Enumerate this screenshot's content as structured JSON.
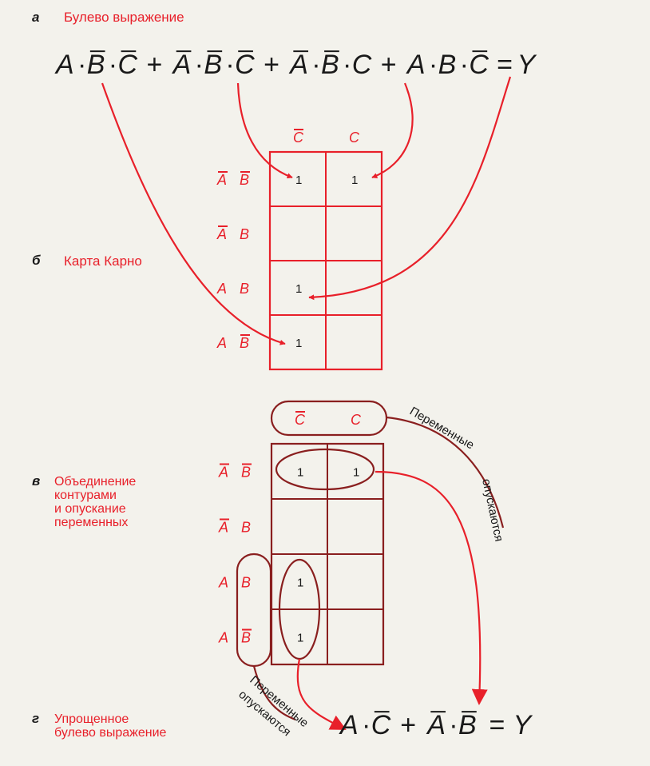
{
  "colors": {
    "red": "#e8202a",
    "dark_red": "#c0141c",
    "maroon": "#8a1f1f",
    "ink": "#1a1a1a",
    "background": "#f3f2ec"
  },
  "section_a": {
    "marker": "а",
    "title": "Булево выражение",
    "expression": {
      "terms": [
        [
          {
            "v": "A",
            "bar": false
          },
          {
            "v": "B",
            "bar": true
          },
          {
            "v": "C",
            "bar": true
          }
        ],
        [
          {
            "v": "A",
            "bar": true
          },
          {
            "v": "B",
            "bar": true
          },
          {
            "v": "C",
            "bar": true
          }
        ],
        [
          {
            "v": "A",
            "bar": true
          },
          {
            "v": "B",
            "bar": true
          },
          {
            "v": "C",
            "bar": false
          }
        ],
        [
          {
            "v": "A",
            "bar": false
          },
          {
            "v": "B",
            "bar": false
          },
          {
            "v": "C",
            "bar": true
          }
        ]
      ],
      "plus": "+",
      "dot": "·",
      "equals": "=",
      "result": "Y"
    }
  },
  "section_b": {
    "marker": "б",
    "title": "Карта Карно",
    "col_headers": [
      {
        "v": "C",
        "bar": true
      },
      {
        "v": "C",
        "bar": false
      }
    ],
    "row_headers": [
      [
        {
          "v": "A",
          "bar": true
        },
        {
          "v": "B",
          "bar": true
        }
      ],
      [
        {
          "v": "A",
          "bar": true
        },
        {
          "v": "B",
          "bar": false
        }
      ],
      [
        {
          "v": "A",
          "bar": false
        },
        {
          "v": "B",
          "bar": false
        }
      ],
      [
        {
          "v": "A",
          "bar": false
        },
        {
          "v": "B",
          "bar": true
        }
      ]
    ],
    "cells": [
      [
        "1",
        "1"
      ],
      [
        "",
        ""
      ],
      [
        "1",
        ""
      ],
      [
        "1",
        ""
      ]
    ]
  },
  "section_c": {
    "marker": "в",
    "title_lines": [
      "Объединение",
      "контурами",
      "и опускание",
      "переменных"
    ],
    "col_headers": [
      {
        "v": "C",
        "bar": true
      },
      {
        "v": "C",
        "bar": false
      }
    ],
    "row_headers": [
      [
        {
          "v": "A",
          "bar": true
        },
        {
          "v": "B",
          "bar": true
        }
      ],
      [
        {
          "v": "A",
          "bar": true
        },
        {
          "v": "B",
          "bar": false
        }
      ],
      [
        {
          "v": "A",
          "bar": false
        },
        {
          "v": "B",
          "bar": false
        }
      ],
      [
        {
          "v": "A",
          "bar": false
        },
        {
          "v": "B",
          "bar": true
        }
      ]
    ],
    "cells": [
      [
        "1",
        "1"
      ],
      [
        "",
        ""
      ],
      [
        "1",
        ""
      ],
      [
        "1",
        ""
      ]
    ],
    "note_right_line1": "Переменные",
    "note_right_line2": "опускаются",
    "note_bottom_line1": "Переменные",
    "note_bottom_line2": "опускаются"
  },
  "section_d": {
    "marker": "г",
    "title_lines": [
      "Упрощенное",
      "булево выражение"
    ],
    "expression": {
      "terms": [
        [
          {
            "v": "A",
            "bar": false
          },
          {
            "v": "C",
            "bar": true
          }
        ],
        [
          {
            "v": "A",
            "bar": true
          },
          {
            "v": "B",
            "bar": true
          }
        ]
      ],
      "plus": "+",
      "equals": "=",
      "result": "Y"
    }
  }
}
